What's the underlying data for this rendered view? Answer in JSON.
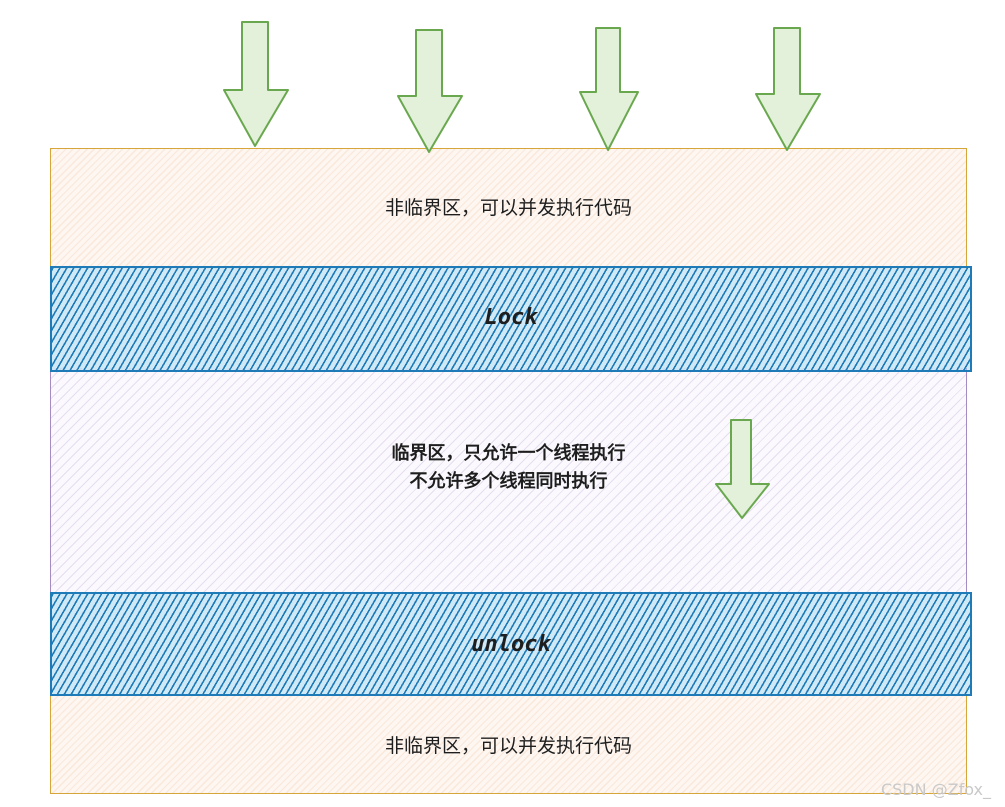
{
  "noncritical_top": {
    "text": "非临界区，可以并发执行代码"
  },
  "lock": {
    "text": "Lock"
  },
  "critical": {
    "line1": "临界区，只允许一个线程执行",
    "line2": "不允许多个线程同时执行"
  },
  "unlock": {
    "text": "unlock"
  },
  "noncritical_bottom": {
    "text": "非临界区，可以并发执行代码"
  },
  "watermark": "CSDN @Zfox_",
  "colors": {
    "noncritical_border": "#d6a63a",
    "critical_border": "#a58bc1",
    "lock_band": "#1f7ab8",
    "arrow_stroke": "#6aa84f",
    "arrow_fill": "#e3f1db"
  },
  "icons": {
    "thread_arrow": "down-arrow-icon"
  }
}
